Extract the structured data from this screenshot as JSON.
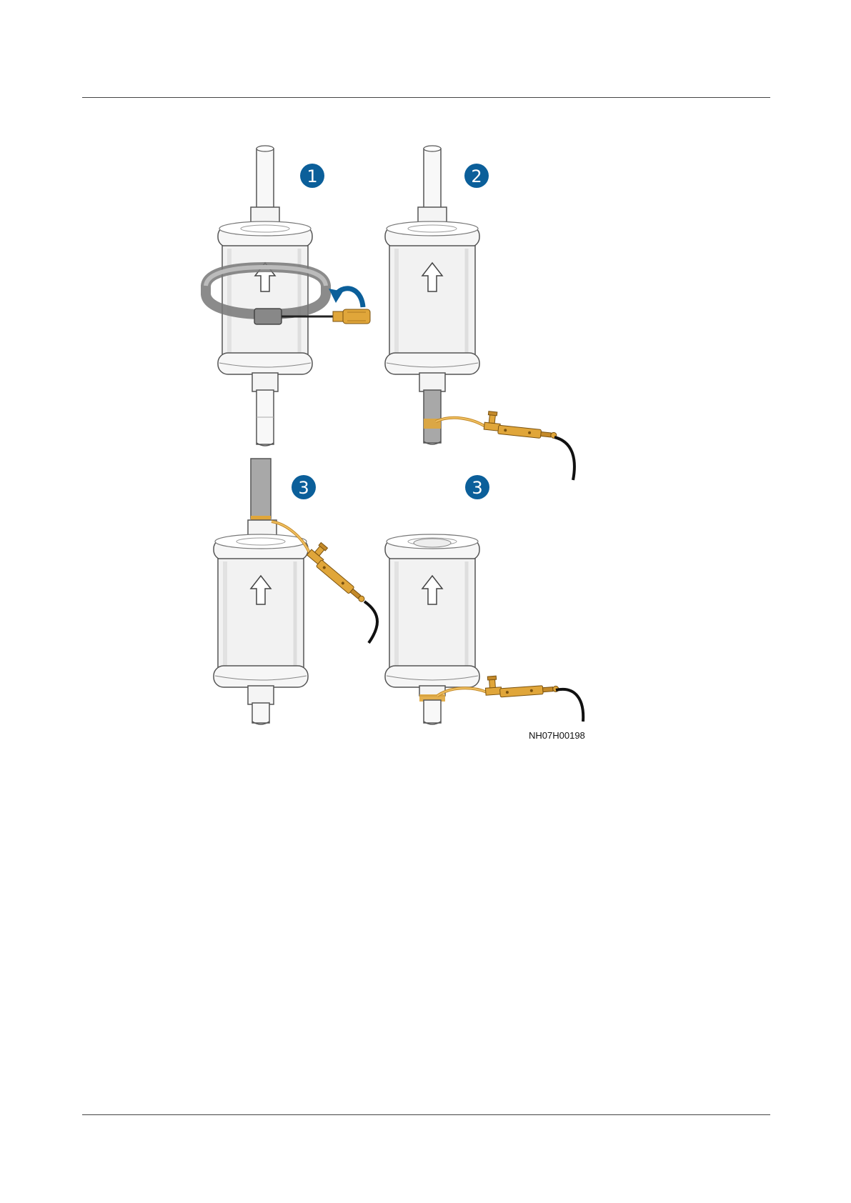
{
  "figure": {
    "code": "NH07H00198",
    "steps": [
      {
        "number": "1"
      },
      {
        "number": "2"
      },
      {
        "number": "3"
      },
      {
        "number": "3"
      }
    ]
  },
  "colors": {
    "step_badge": "#0b5f9a",
    "brass": "#e0a63a",
    "outline": "#555555",
    "cylinder_fill": "#f4f4f4",
    "pipe_shade": "#a8a8a8"
  }
}
